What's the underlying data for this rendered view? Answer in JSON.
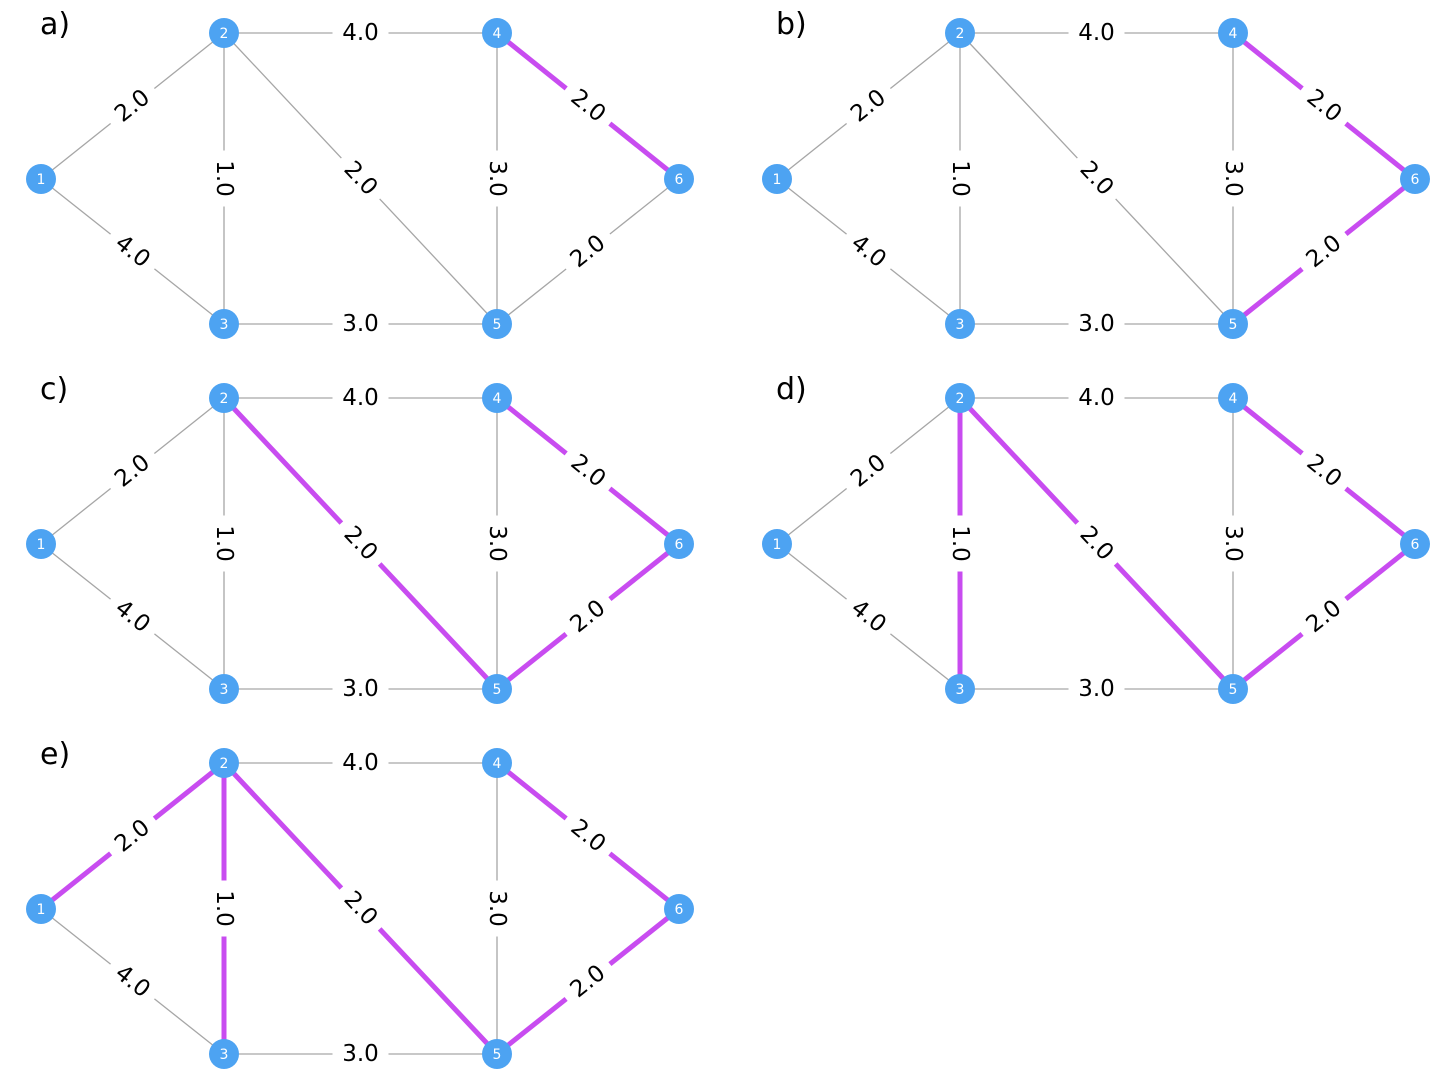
{
  "colors": {
    "node": "#4da3f2",
    "node_text": "#ffffff",
    "edge": "#a6a6a6",
    "highlight": "#c84cf0",
    "label": "#000000",
    "background": "#ffffff"
  },
  "graph": {
    "nodes": [
      {
        "id": "1",
        "label": "1"
      },
      {
        "id": "2",
        "label": "2"
      },
      {
        "id": "3",
        "label": "3"
      },
      {
        "id": "4",
        "label": "4"
      },
      {
        "id": "5",
        "label": "5"
      },
      {
        "id": "6",
        "label": "6"
      }
    ],
    "edges": [
      {
        "id": "1-2",
        "from": "1",
        "to": "2",
        "weight": "2.0"
      },
      {
        "id": "1-3",
        "from": "1",
        "to": "3",
        "weight": "4.0"
      },
      {
        "id": "2-3",
        "from": "2",
        "to": "3",
        "weight": "1.0"
      },
      {
        "id": "2-4",
        "from": "2",
        "to": "4",
        "weight": "4.0"
      },
      {
        "id": "2-5",
        "from": "2",
        "to": "5",
        "weight": "2.0"
      },
      {
        "id": "3-5",
        "from": "3",
        "to": "5",
        "weight": "3.0"
      },
      {
        "id": "4-5",
        "from": "4",
        "to": "5",
        "weight": "3.0"
      },
      {
        "id": "4-6",
        "from": "4",
        "to": "6",
        "weight": "2.0"
      },
      {
        "id": "5-6",
        "from": "5",
        "to": "6",
        "weight": "2.0"
      }
    ]
  },
  "panels": [
    {
      "letter": "a)",
      "highlighted": [
        "4-6"
      ]
    },
    {
      "letter": "b)",
      "highlighted": [
        "4-6",
        "5-6"
      ]
    },
    {
      "letter": "c)",
      "highlighted": [
        "4-6",
        "5-6",
        "2-5"
      ]
    },
    {
      "letter": "d)",
      "highlighted": [
        "4-6",
        "5-6",
        "2-5",
        "2-3"
      ]
    },
    {
      "letter": "e)",
      "highlighted": [
        "4-6",
        "5-6",
        "2-5",
        "2-3",
        "1-2"
      ]
    }
  ]
}
